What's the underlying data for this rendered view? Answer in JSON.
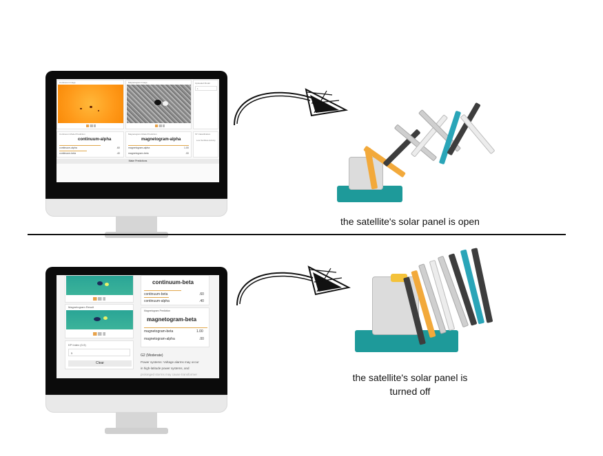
{
  "top": {
    "caption": "the satellite's solar panel is open",
    "screen": {
      "panel1_title": "Continuum Image",
      "panel2_title": "Magnetogram Image",
      "panel3_title": "Uploaded Model",
      "panel3_value": "1",
      "pred1_label": "Continuum Model Prediction",
      "pred1_heading": "continuum-alpha",
      "pred1_rows": [
        {
          "label": "continuum-alpha",
          "value": ".60"
        },
        {
          "label": "continuum-beta",
          "value": ".40"
        }
      ],
      "pred2_label": "Magnetogram Model Prediction",
      "pred2_heading": "magnetogram-alpha",
      "pred2_rows": [
        {
          "label": "magnetogram-alpha",
          "value": "1.00"
        },
        {
          "label": "magnetogram-beta",
          "value": ".00"
        }
      ],
      "panel4_title": "ST Classification",
      "panel4_value": "Low Sunflare Activity",
      "button_label": "Make Predictions"
    }
  },
  "bottom": {
    "caption_line1": "the satellite's solar panel is",
    "caption_line2": "turned off",
    "screen": {
      "magnetogram_label": "Magnetogram Result",
      "pred1_heading": "continuum-beta",
      "pred1_rows": [
        {
          "label": "continuum-beta",
          "value": ".60"
        },
        {
          "label": "continuum-alpha",
          "value": ".40"
        }
      ],
      "pred2_label": "Magnetogram Prediction",
      "pred2_heading": "magnetogram-beta",
      "pred2_rows": [
        {
          "label": "magnetogram-beta",
          "value": "1.00"
        },
        {
          "label": "magnetogram-alpha",
          "value": ".00"
        }
      ],
      "kp_label": "KP Index (0-9)",
      "kp_value": "5",
      "clear_label": "Clear",
      "g2_title": "G2 (Moderate)",
      "g2_text_1": "Power systems: Voltage alarms may occur",
      "g2_text_2": "in high-latitude power systems, and",
      "g2_text_3": "prolonged storms may cause transformer"
    }
  },
  "colors": {
    "teal": "#2aa5b8",
    "orange": "#f2a93b",
    "sun": "#ff9a1a"
  }
}
